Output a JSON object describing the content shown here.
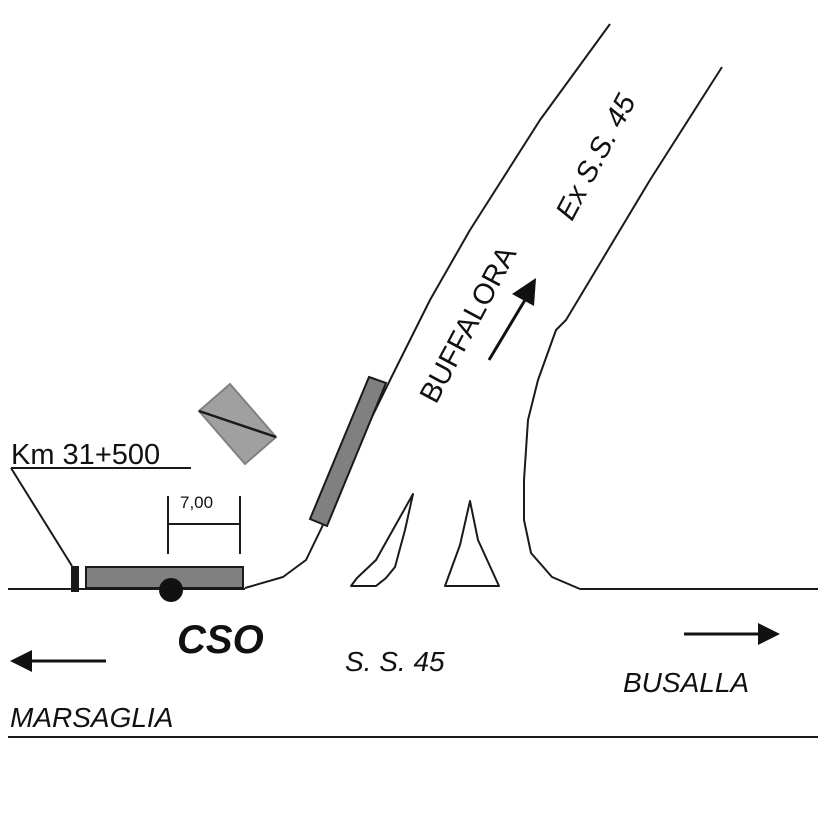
{
  "colors": {
    "background": "#ffffff",
    "line": "#1a1a1a",
    "lay_by_fill": "#808080",
    "sign_fill": "#a0a0a0",
    "sign_stroke": "#808080",
    "marker": "#111111"
  },
  "labels": {
    "km_marker": "Km 31+500",
    "dimension": "7,00",
    "station": "CSO",
    "main_road": "S. S. 45",
    "branch_road_name": "BUFFALORA",
    "branch_road_ref": "Ex S.S. 45",
    "destination_left": "MARSAGLIA",
    "destination_right": "BUSALLA"
  },
  "icons": {
    "arrow_left": "arrow-left-icon",
    "arrow_right": "arrow-right-icon",
    "arrow_branch": "arrow-up-right-icon",
    "station_marker": "filled-circle-icon",
    "sign": "traffic-sign-icon"
  }
}
